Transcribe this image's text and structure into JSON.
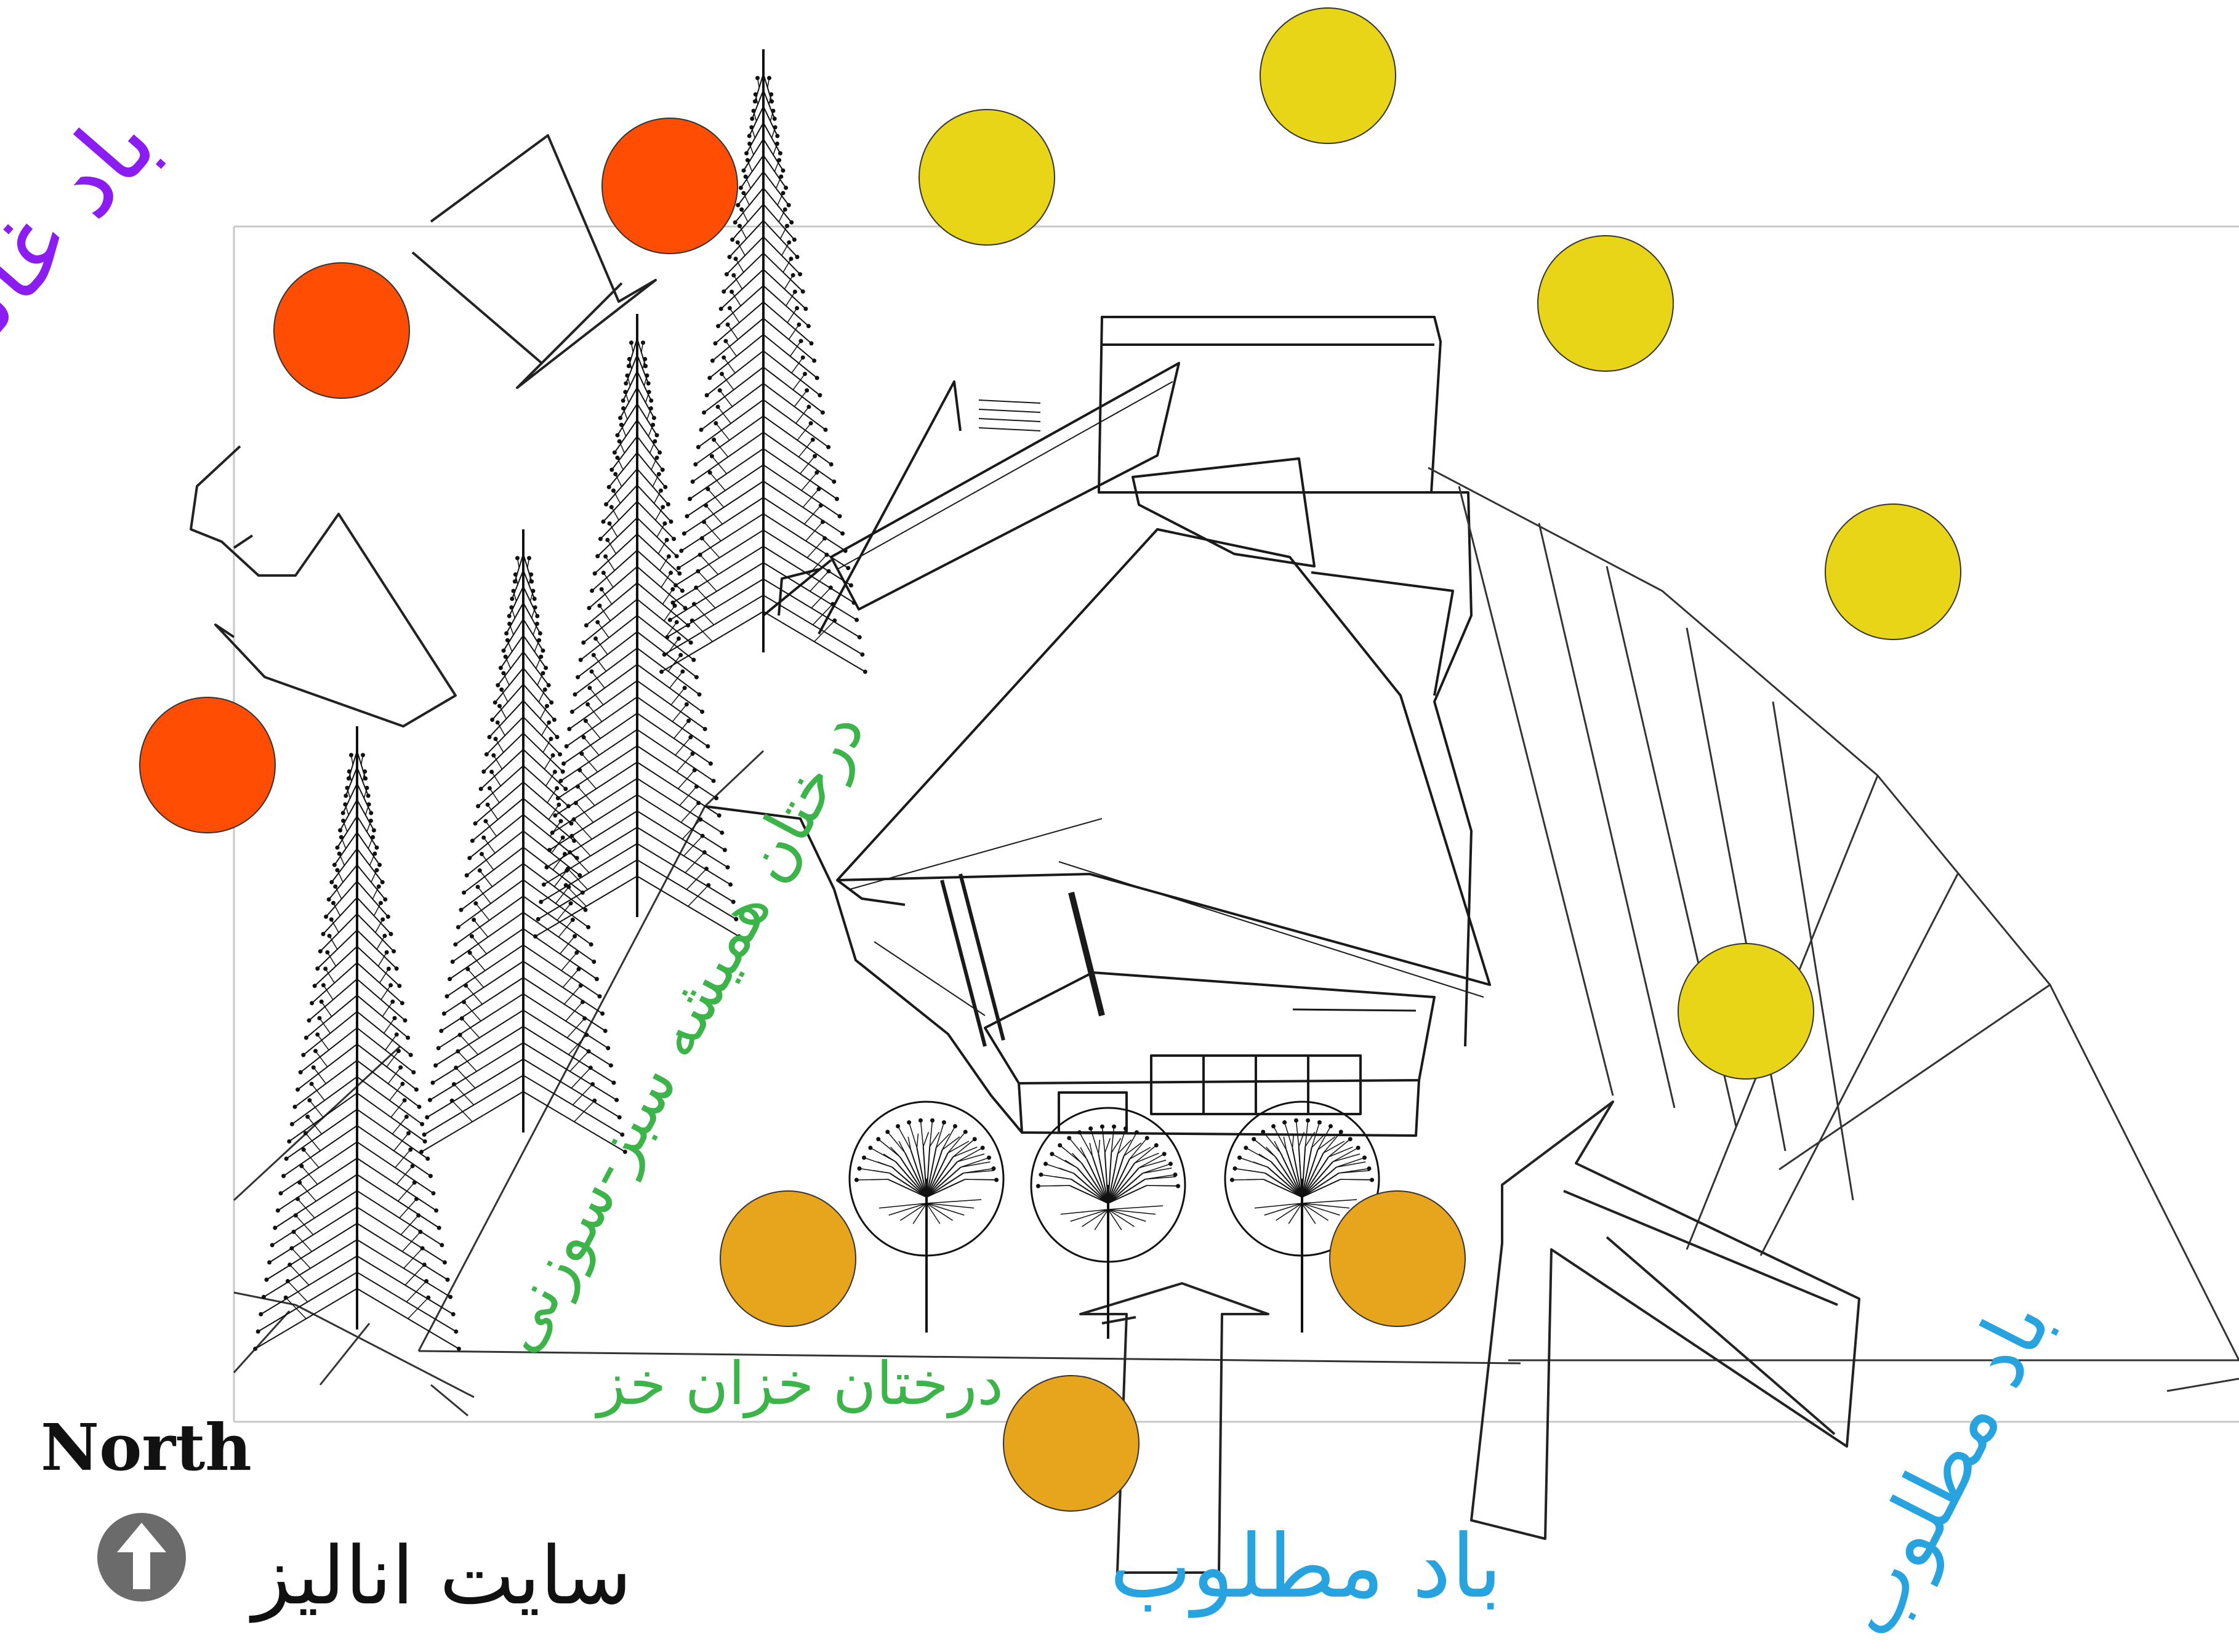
{
  "labels": {
    "winter_wind": "باد غالب زمستان",
    "evergreen_trees": "درختان همیشه سبز-سوزنی",
    "deciduous_trees": "درختان خزان خز",
    "desired_wind_bottom": "باد مطلوب",
    "desired_wind_right": "باد مطلوب",
    "north": "North",
    "site_analysis": "سایت انالیز"
  },
  "colors": {
    "winter_wind_text": "#8B1CF2",
    "evergreen_text": "#3CB44A",
    "desired_wind_text": "#27A3E0",
    "sun_winter": "#FF4D04",
    "sun_summer": "#E8D518",
    "sun_autumn": "#E6A51C",
    "line": "#1a1a1a"
  },
  "icons": {
    "north_arrow": "north-arrow-icon"
  }
}
